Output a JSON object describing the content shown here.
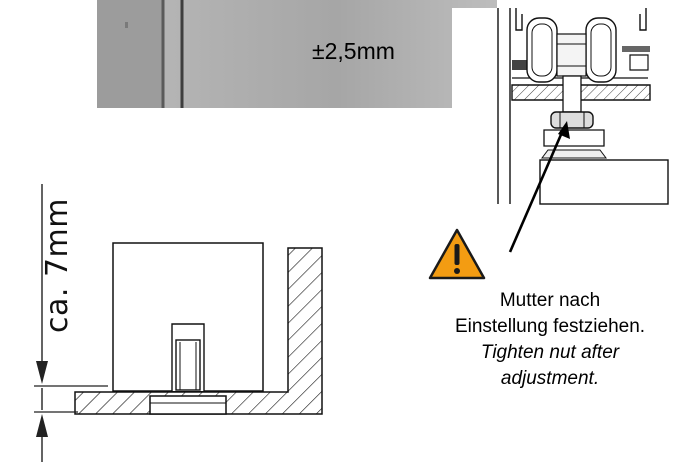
{
  "adjustment_range": "±2,5mm",
  "clearance_dimension": "ca. 7mm",
  "note": {
    "de_line1": "Mutter nach",
    "de_line2": "Einstellung festziehen.",
    "en_line1": "Tighten nut after",
    "en_line2": "adjustment."
  },
  "warning_icon": "warning-triangle-icon",
  "colors": {
    "warning_fill": "#f39c12",
    "photo_gray": "#a9a9a9"
  }
}
